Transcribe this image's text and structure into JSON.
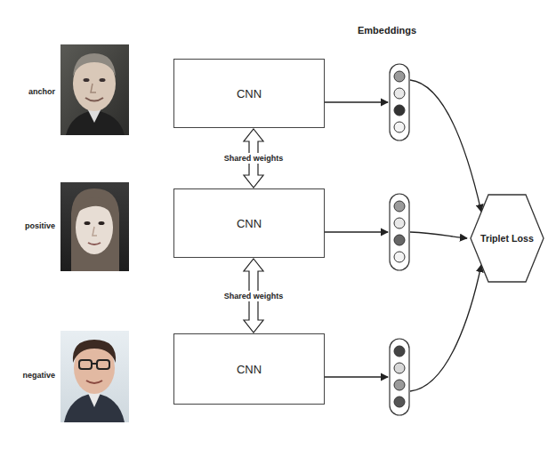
{
  "diagram": {
    "nodes": [
      {
        "text": [
          "CNN"
        ]
      },
      {
        "text": [
          "CNN"
        ]
      },
      {
        "text": [
          "CNN"
        ]
      },
      {
        "text": [
          "Triplet Loss"
        ]
      }
    ],
    "edges": [
      {
        "from": 0,
        "to": 1,
        "label": "Shared weights",
        "arrow": "both"
      },
      {
        "from": 1,
        "to": 2,
        "label": "Shared weights",
        "arrow": "both"
      }
    ],
    "labels": [
      "Embeddings",
      "anchor",
      "positive",
      "negative"
    ]
  }
}
